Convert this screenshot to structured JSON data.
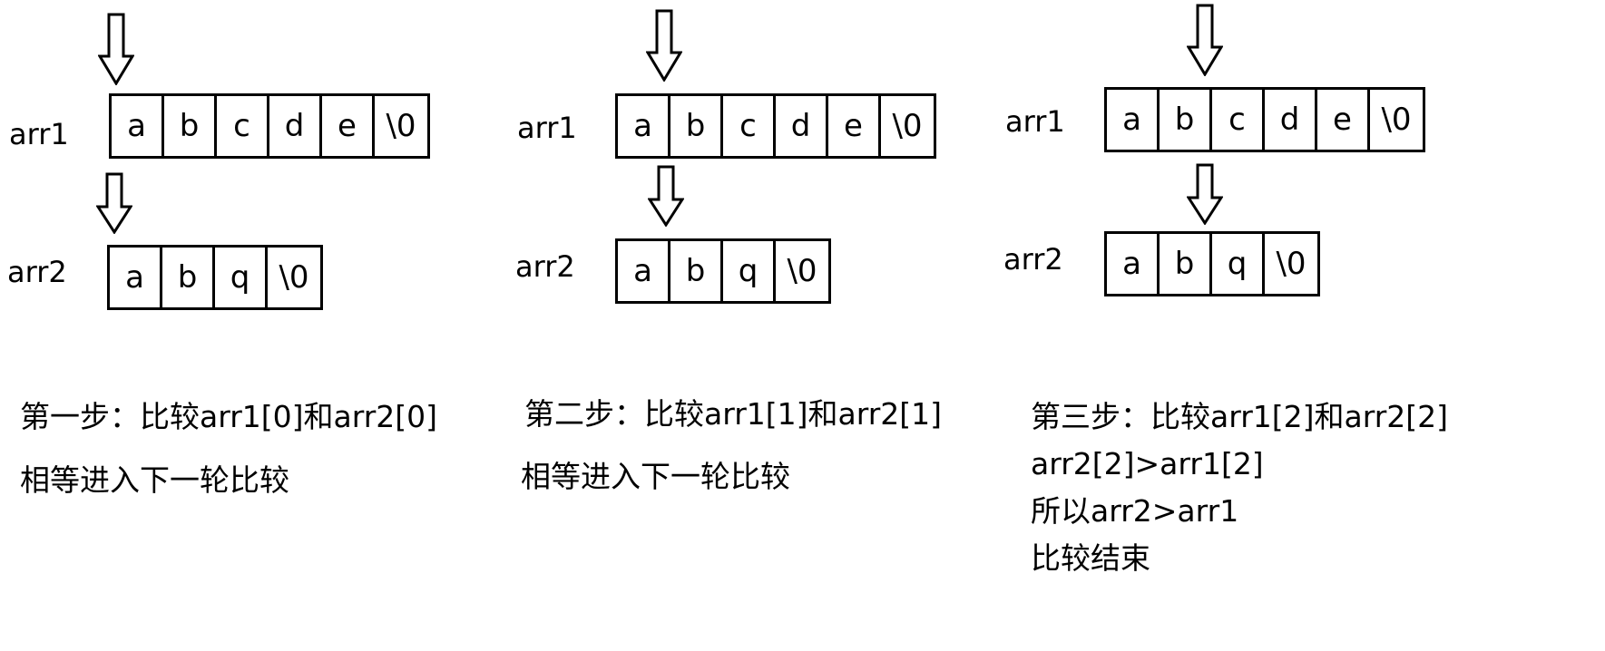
{
  "steps": [
    {
      "arr1_label": "arr1",
      "arr2_label": "arr2",
      "arr1_cells": [
        "a",
        "b",
        "c",
        "d",
        "e",
        "\\0"
      ],
      "arr2_cells": [
        "a",
        "b",
        "q",
        "\\0"
      ],
      "caption": [
        "第一步：比较arr1[0]和arr2[0]",
        "相等进入下一轮比较"
      ]
    },
    {
      "arr1_label": "arr1",
      "arr2_label": "arr2",
      "arr1_cells": [
        "a",
        "b",
        "c",
        "d",
        "e",
        "\\0"
      ],
      "arr2_cells": [
        "a",
        "b",
        "q",
        "\\0"
      ],
      "caption": [
        "第二步：比较arr1[1]和arr2[1]",
        "相等进入下一轮比较"
      ]
    },
    {
      "arr1_label": "arr1",
      "arr2_label": "arr2",
      "arr1_cells": [
        "a",
        "b",
        "c",
        "d",
        "e",
        "\\0"
      ],
      "arr2_cells": [
        "a",
        "b",
        "q",
        "\\0"
      ],
      "caption": [
        "第三步：比较arr1[2]和arr2[2]",
        "arr2[2]>arr1[2]",
        "所以arr2>arr1",
        "比较结束"
      ]
    }
  ]
}
